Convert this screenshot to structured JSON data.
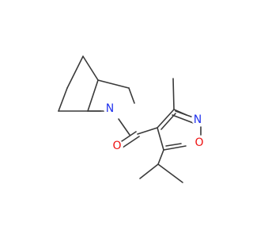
{
  "molecule": {
    "atoms": {
      "N": {
        "label": "N",
        "color": "#2233ee"
      },
      "O_carbonyl": {
        "label": "O",
        "color": "#ee1111"
      },
      "N_ring": {
        "label": "N",
        "color": "#2233ee"
      },
      "O_ring": {
        "label": "O",
        "color": "#ee1111"
      }
    },
    "bond_color": "#3a3a3a"
  }
}
